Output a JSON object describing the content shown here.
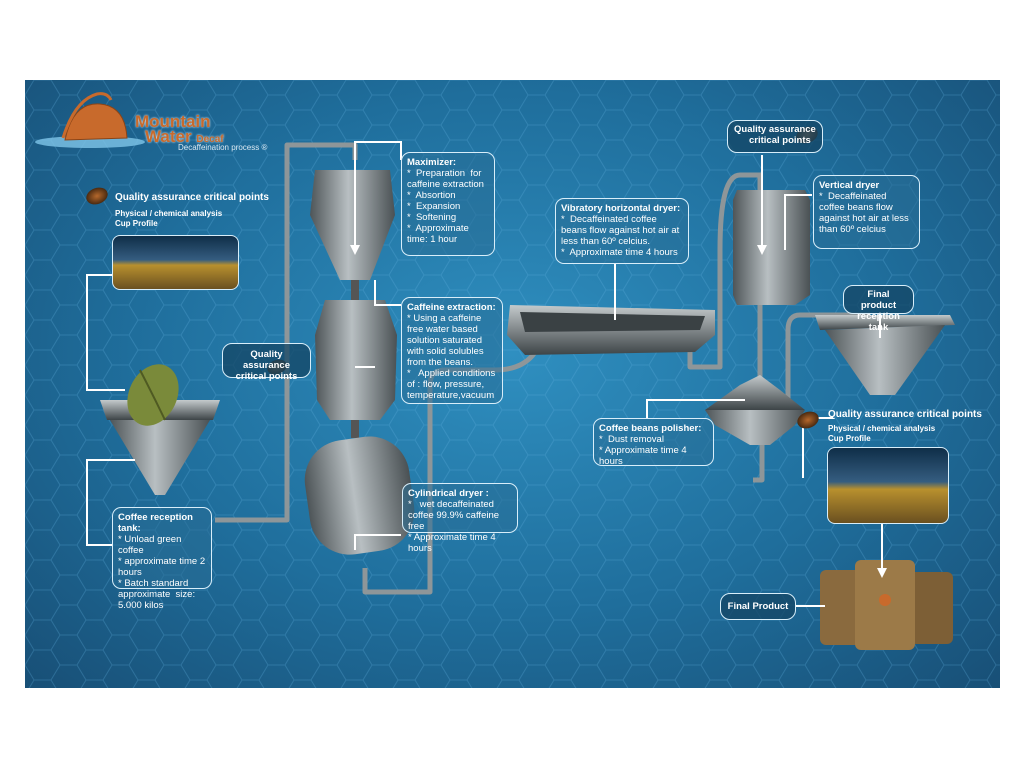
{
  "logo": {
    "line1": "Mountain",
    "line2": "Water",
    "decaf": "Decaf",
    "tagline": "Decaffeination process",
    "registered": "®"
  },
  "qa_left": {
    "title": "Quality assurance critical points",
    "sub1": "Physical / chemical analysis",
    "sub2": "Cup Profile"
  },
  "qa_mid": {
    "line1": "Quality assurance",
    "line2": "critical points"
  },
  "qa_top_right": {
    "line1": "Quality assurance",
    "line2": "critical points"
  },
  "qa_right": {
    "title": "Quality assurance critical points",
    "sub1": "Physical / chemical analysis",
    "sub2": "Cup Profile"
  },
  "reception": {
    "title": "Coffee reception tank:",
    "lines": [
      "* Unload green coffee",
      "* approximate time 2 hours",
      "* Batch standard approximate  size: 5.000 kilos"
    ]
  },
  "maximizer": {
    "title": "Maximizer:",
    "lines": [
      "*  Preparation  for caffeine extraction",
      "*  Absortion",
      "*  Expansion",
      "*  Softening",
      "*  Approximate time: 1 hour"
    ]
  },
  "extraction": {
    "title": "Caffeine extraction:",
    "lines": [
      "* Using a caffeine free water based solution saturated with solid solubles from the beans.",
      "*   Applied conditions of : flow, pressure, temperature,vacuum"
    ]
  },
  "cylindrical": {
    "title": "Cylindrical dryer :",
    "lines": [
      "*   wet decaffeinated coffee 99.9% caffeine free",
      "* Approximate time 4 hours"
    ]
  },
  "vibratory": {
    "title": "Vibratory horizontal dryer:",
    "lines": [
      "*  Decaffeinated coffee beans flow against hot air at less than 60º celcius.",
      "*  Approximate time 4 hours"
    ]
  },
  "vertical": {
    "title": "Vertical dryer",
    "lines": [
      "*  Decaffeinated coffee beans flow against hot air at less than 60º celcius"
    ]
  },
  "polisher": {
    "title": "Coffee beans polisher:",
    "lines": [
      "*  Dust removal",
      "* Approximate time 4 hours"
    ]
  },
  "final_tank": {
    "line1": "Final product",
    "line2": "reception tank"
  },
  "final_product": {
    "label": "Final Product"
  },
  "colors": {
    "background": "#1f6e9c",
    "box_border": "#d8eefa",
    "logo": "#c86a2c",
    "metal": "#8e9699"
  }
}
